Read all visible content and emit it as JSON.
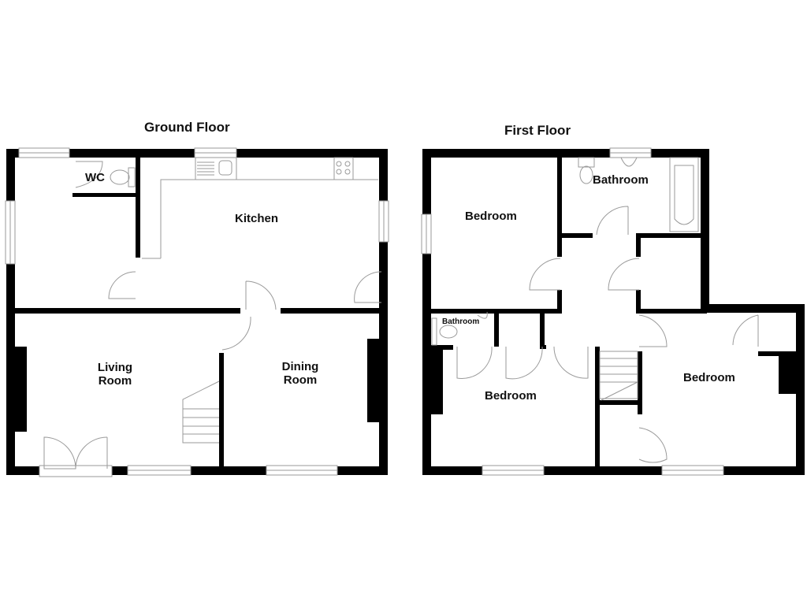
{
  "floors": [
    {
      "title": "Ground Floor",
      "rooms": [
        {
          "name": "WC"
        },
        {
          "name": "Kitchen"
        },
        {
          "name_line1": "Living",
          "name_line2": "Room"
        },
        {
          "name_line1": "Dining",
          "name_line2": "Room"
        }
      ]
    },
    {
      "title": "First Floor",
      "rooms": [
        {
          "name": "Bedroom"
        },
        {
          "name": "Bathroom"
        },
        {
          "name": "Bathroom"
        },
        {
          "name": "Bedroom"
        },
        {
          "name": "Bedroom"
        }
      ]
    }
  ],
  "colors": {
    "wall": "#000000",
    "fixture_line": "#9a9a9a",
    "background": "#ffffff"
  }
}
